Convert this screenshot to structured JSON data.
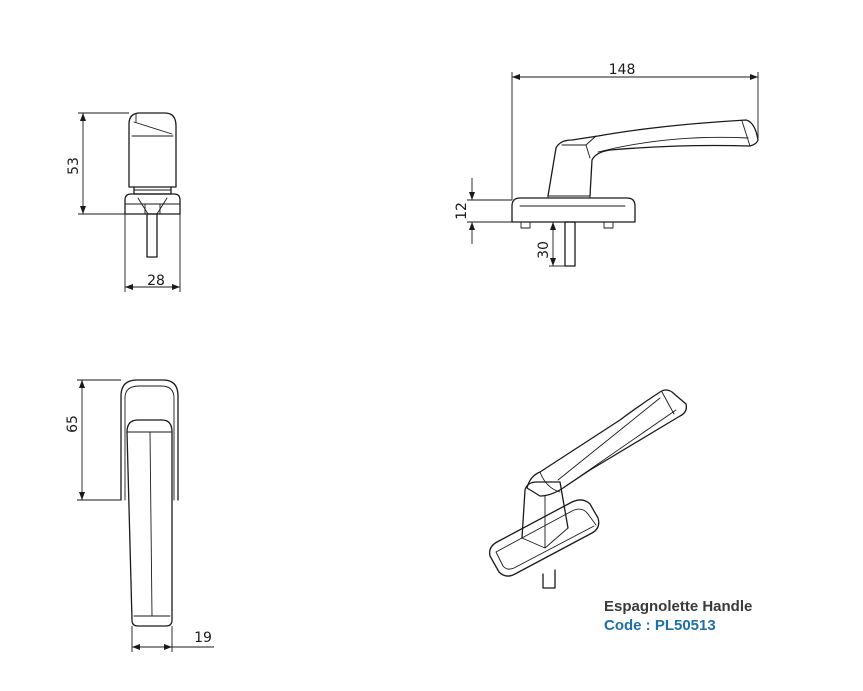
{
  "dimensions": {
    "side_height": "53",
    "side_width": "28",
    "front_length": "148",
    "front_base_height": "12",
    "front_spindle_length": "30",
    "top_height": "65",
    "top_width": "19"
  },
  "caption": {
    "title": "Espagnolette Handle",
    "code": "Code : PL50513"
  }
}
